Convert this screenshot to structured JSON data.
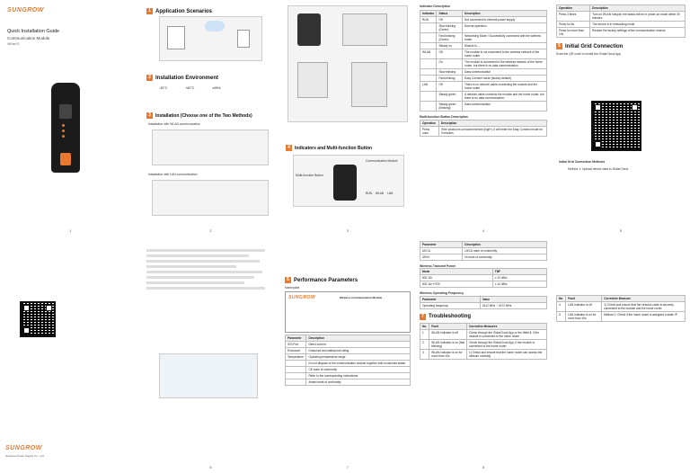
{
  "brand": "SUNGROW",
  "cover": {
    "title": "Quick Installation Guide",
    "subtitle": "Communication Module",
    "model": "WiNet-S",
    "footer_brand": "SUNGROW",
    "footer_company": "Sungrow Power Supply Co., Ltd."
  },
  "sections": {
    "app_scenarios": "Application Scenarios",
    "install_env": "Installation Environment",
    "installation": "Installation (Choose one of the Two Methods)",
    "wlan_install": "Installation with WLAN communication",
    "lan_install": "Installation with LAN communication",
    "indicators": "Indicators and Multi-function Button",
    "indicator_desc": "Indicator Description",
    "initial_grid": "Initial Grid Connection",
    "performance": "Performance Parameters",
    "troubleshooting": "Troubleshooting"
  },
  "env": {
    "temp_low": "-30°C",
    "temp_high": "+60°C",
    "humidity": "≤95%"
  },
  "indicator_labels": {
    "button": "Multi-function Button",
    "module": "Communication Module",
    "run": "RUN",
    "wlan": "WLAN",
    "lan": "LAN"
  },
  "indicator_table": {
    "headers": [
      "Indicator",
      "Status",
      "Description"
    ],
    "rows": [
      [
        "RUN",
        "Off",
        "Not connected to external power supply"
      ],
      [
        "",
        "Slow blinking (Green)",
        "Normal operation"
      ],
      [
        "",
        "Fast blinking (Green)",
        "Networking Mode / Successfully connected with the wireless router"
      ],
      [
        "",
        "Steady on",
        "Module is ..."
      ],
      [
        "WLAN",
        "Off",
        "The module is not connected to the wireless network of the home router"
      ],
      [
        "",
        "On",
        "The module is connected to the wireless network of the home router, but there is no data communication"
      ],
      [
        "",
        "Slow blinking",
        "Data communication"
      ],
      [
        "",
        "Fast blinking",
        "Easy Connect mode (factory default)"
      ],
      [
        "LAN",
        "Off",
        "There is no network cable connecting the module and the home router"
      ],
      [
        "",
        "Steady green",
        "A network cable connects the module and the home router, but there is no data communication"
      ],
      [
        "",
        "Steady green (blinking)",
        "Data communication"
      ]
    ]
  },
  "button_table": {
    "title": "Multi-function Button Description",
    "headers": [
      "Operation",
      "Description"
    ],
    "rows": [
      [
        "Press once",
        "If the product is unhooked before (high*), it will enter the Easy Connect mode for 3 minutes"
      ],
      [
        "Press 3 times",
        "Turn on WLAN hotspot; the status will be in power-on mode within 30 minutes"
      ],
      [
        "Press for 5s",
        "The device is in networking mode"
      ],
      [
        "Press for more than 10s",
        "Restore the factory settings of the communication module"
      ]
    ]
  },
  "initial_grid": {
    "scan_text": "Scan the QR code to install the iSolarCloud App",
    "method_title": "Initial Grid Connection Methods",
    "method1": "Method 1: Upload device data to iSolarCloud"
  },
  "nameplate": {
    "title": "Nameplate",
    "product": "Wireless Communication Module"
  },
  "performance_table": {
    "headers": [
      "Parameter",
      "Description"
    ],
    "rows": [
      [
        "IOS Port",
        "Direct current"
      ],
      [
        "Enclosure",
        "Dustproof and waterproof rating"
      ],
      [
        "Temperature",
        "Operating temperature range"
      ],
      [
        "",
        "Do not dispose of the communication module together with household waste"
      ],
      [
        "",
        "CE mark of conformity"
      ],
      [
        "",
        "Refer to the corresponding instructions"
      ],
      [
        "",
        "Anatel mark of conformity"
      ]
    ]
  },
  "marks_table": {
    "headers": [
      "Parameter",
      "Description"
    ],
    "rows": [
      [
        "UKCA",
        "UKCA mark of conformity"
      ],
      [
        "UKNI",
        "NI mark of conformity"
      ]
    ]
  },
  "wireless_power": {
    "title": "Wireless Transmit Power",
    "headers": [
      "Mode",
      "TBF"
    ],
    "rows": [
      [
        "802.11b",
        "≤ 20 dBm"
      ],
      [
        "802.11n HT20",
        "≤ 14 dBm"
      ]
    ]
  },
  "wireless_freq": {
    "title": "Wireless Operating Frequency",
    "headers": [
      "Parameter",
      "Value"
    ],
    "rows": [
      [
        "Operating frequency",
        "2412 MHz ~ 2472 MHz"
      ]
    ]
  },
  "trouble_table": {
    "headers": [
      "No.",
      "Fault",
      "Corrective Measures"
    ],
    "rows": [
      [
        "1",
        "WLAN indicator is off",
        "Check through the iSolarCloud App or the WebUI, if the module is connected to the home router"
      ],
      [
        "2",
        "WLAN indicator is on (fast blinking)",
        "Check through the iSolarCloud App, if the module is connected to the home router"
      ],
      [
        "3",
        "WLAN indicator is on for more than 10s",
        "1) Check and ensure that the home router can access the network normally"
      ]
    ]
  },
  "fault_table": {
    "headers": [
      "No.",
      "Fault",
      "Corrective Measure"
    ],
    "rows": [
      [
        "4",
        "LAN indicator is off",
        "1) Check and ensure that the network cable is securely connected to the module and the home router"
      ],
      [
        "5",
        "LAN indicator is on for more than 10s",
        "Method 1: Check if the home router is assigned a static IP"
      ]
    ]
  },
  "page_numbers": [
    "1",
    "2",
    "3",
    "4",
    "5",
    "6",
    "7",
    "8"
  ]
}
